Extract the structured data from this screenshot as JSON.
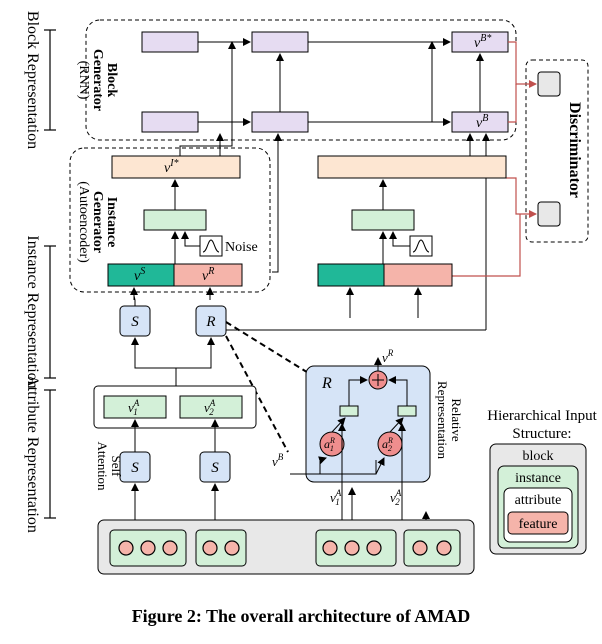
{
  "colors": {
    "purple": "#e6dcf2",
    "peach": "#fde6d2",
    "green": "#d3f0d8",
    "teal": "#20b898",
    "salmon": "#f5b4aa",
    "blue": "#d6e4f7",
    "red": "#ef8e8e",
    "gray": "#e8e8e8",
    "discriminator_line": "#c0504d"
  },
  "left_labels": {
    "block": "Block Representation",
    "instance": "Instance Representation",
    "attribute": "Attribute Representation"
  },
  "block_generator": {
    "title_line1": "Block",
    "title_line2": "Generator",
    "title_line3": "(RNN)",
    "vB_star": "v",
    "vB_star_sup": "B*",
    "vB": "v",
    "vB_sup": "B"
  },
  "instance_generator": {
    "title_line1": "Instance",
    "title_line2": "Generator",
    "title_line3": "(Autoencoder)",
    "vI_star": "v",
    "vI_star_sup": "I*",
    "vS": "v",
    "vS_sup": "S",
    "vR": "v",
    "vR_sup": "R",
    "noise": "Noise"
  },
  "discriminator": {
    "title": "Discriminator"
  },
  "self_attention": {
    "line1": "Self",
    "line2": "Attention",
    "s_label": "S",
    "r_label": "R",
    "vA1": "v",
    "vA1_sup": "A",
    "vA1_sub": "1",
    "vA2": "v",
    "vA2_sup": "A",
    "vA2_sub": "2"
  },
  "relative": {
    "line1": "Relative",
    "line2": "Representation",
    "r_label": "R",
    "vR": "v",
    "vR_sup": "R",
    "a1": "a",
    "a1_sup": "R",
    "a1_sub": "1",
    "a2": "a",
    "a2_sup": "R",
    "a2_sub": "2",
    "vB": "v",
    "vB_sup": "B",
    "vA1": "v",
    "vA1_sup": "A",
    "vA1_sub": "1",
    "vA2": "v",
    "vA2_sup": "A",
    "vA2_sub": "2"
  },
  "legend": {
    "title_line1": "Hierarchical Input",
    "title_line2": "Structure:",
    "block": "block",
    "instance": "instance",
    "attribute": "attribute",
    "feature": "feature"
  },
  "caption": "Figure 2: The overall architecture of AMAD"
}
